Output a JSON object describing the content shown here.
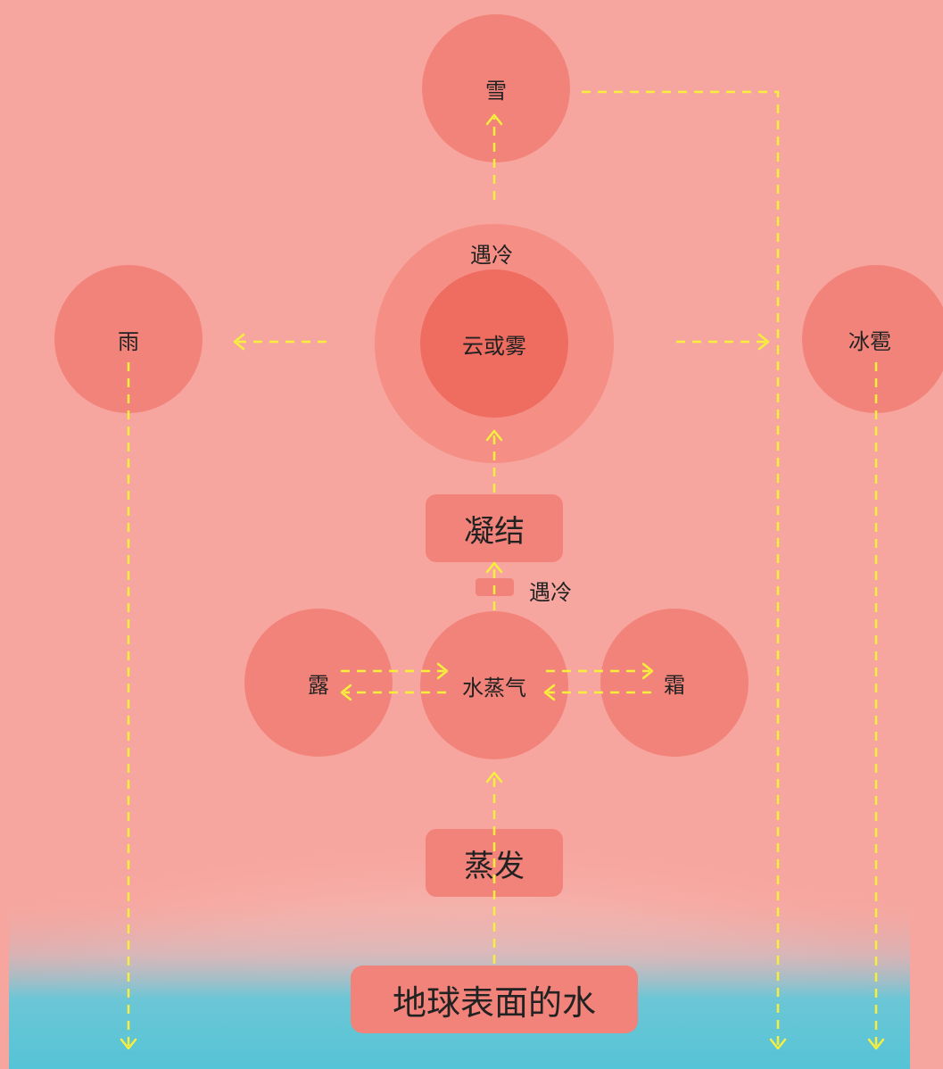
{
  "diagram": {
    "nodes": {
      "snow": "雪",
      "rain": "雨",
      "hail": "冰雹",
      "cloud_or_fog": "云或雾",
      "dew": "露",
      "water_vapor": "水蒸气",
      "frost": "霜"
    },
    "labels": {
      "cold_top": "遇冷",
      "cold_middle": "遇冷"
    },
    "processes": {
      "condensation": "凝结",
      "evaporation": "蒸发"
    },
    "base": {
      "surface_water": "地球表面的水"
    }
  },
  "colors": {
    "background": "#f7a69f",
    "node": "#f2837a",
    "halo": "#f58f85",
    "core": "#ee6c60",
    "arrow": "#f7ef3c",
    "water": "#5cc7d8",
    "spray": "#f0c7c2"
  }
}
